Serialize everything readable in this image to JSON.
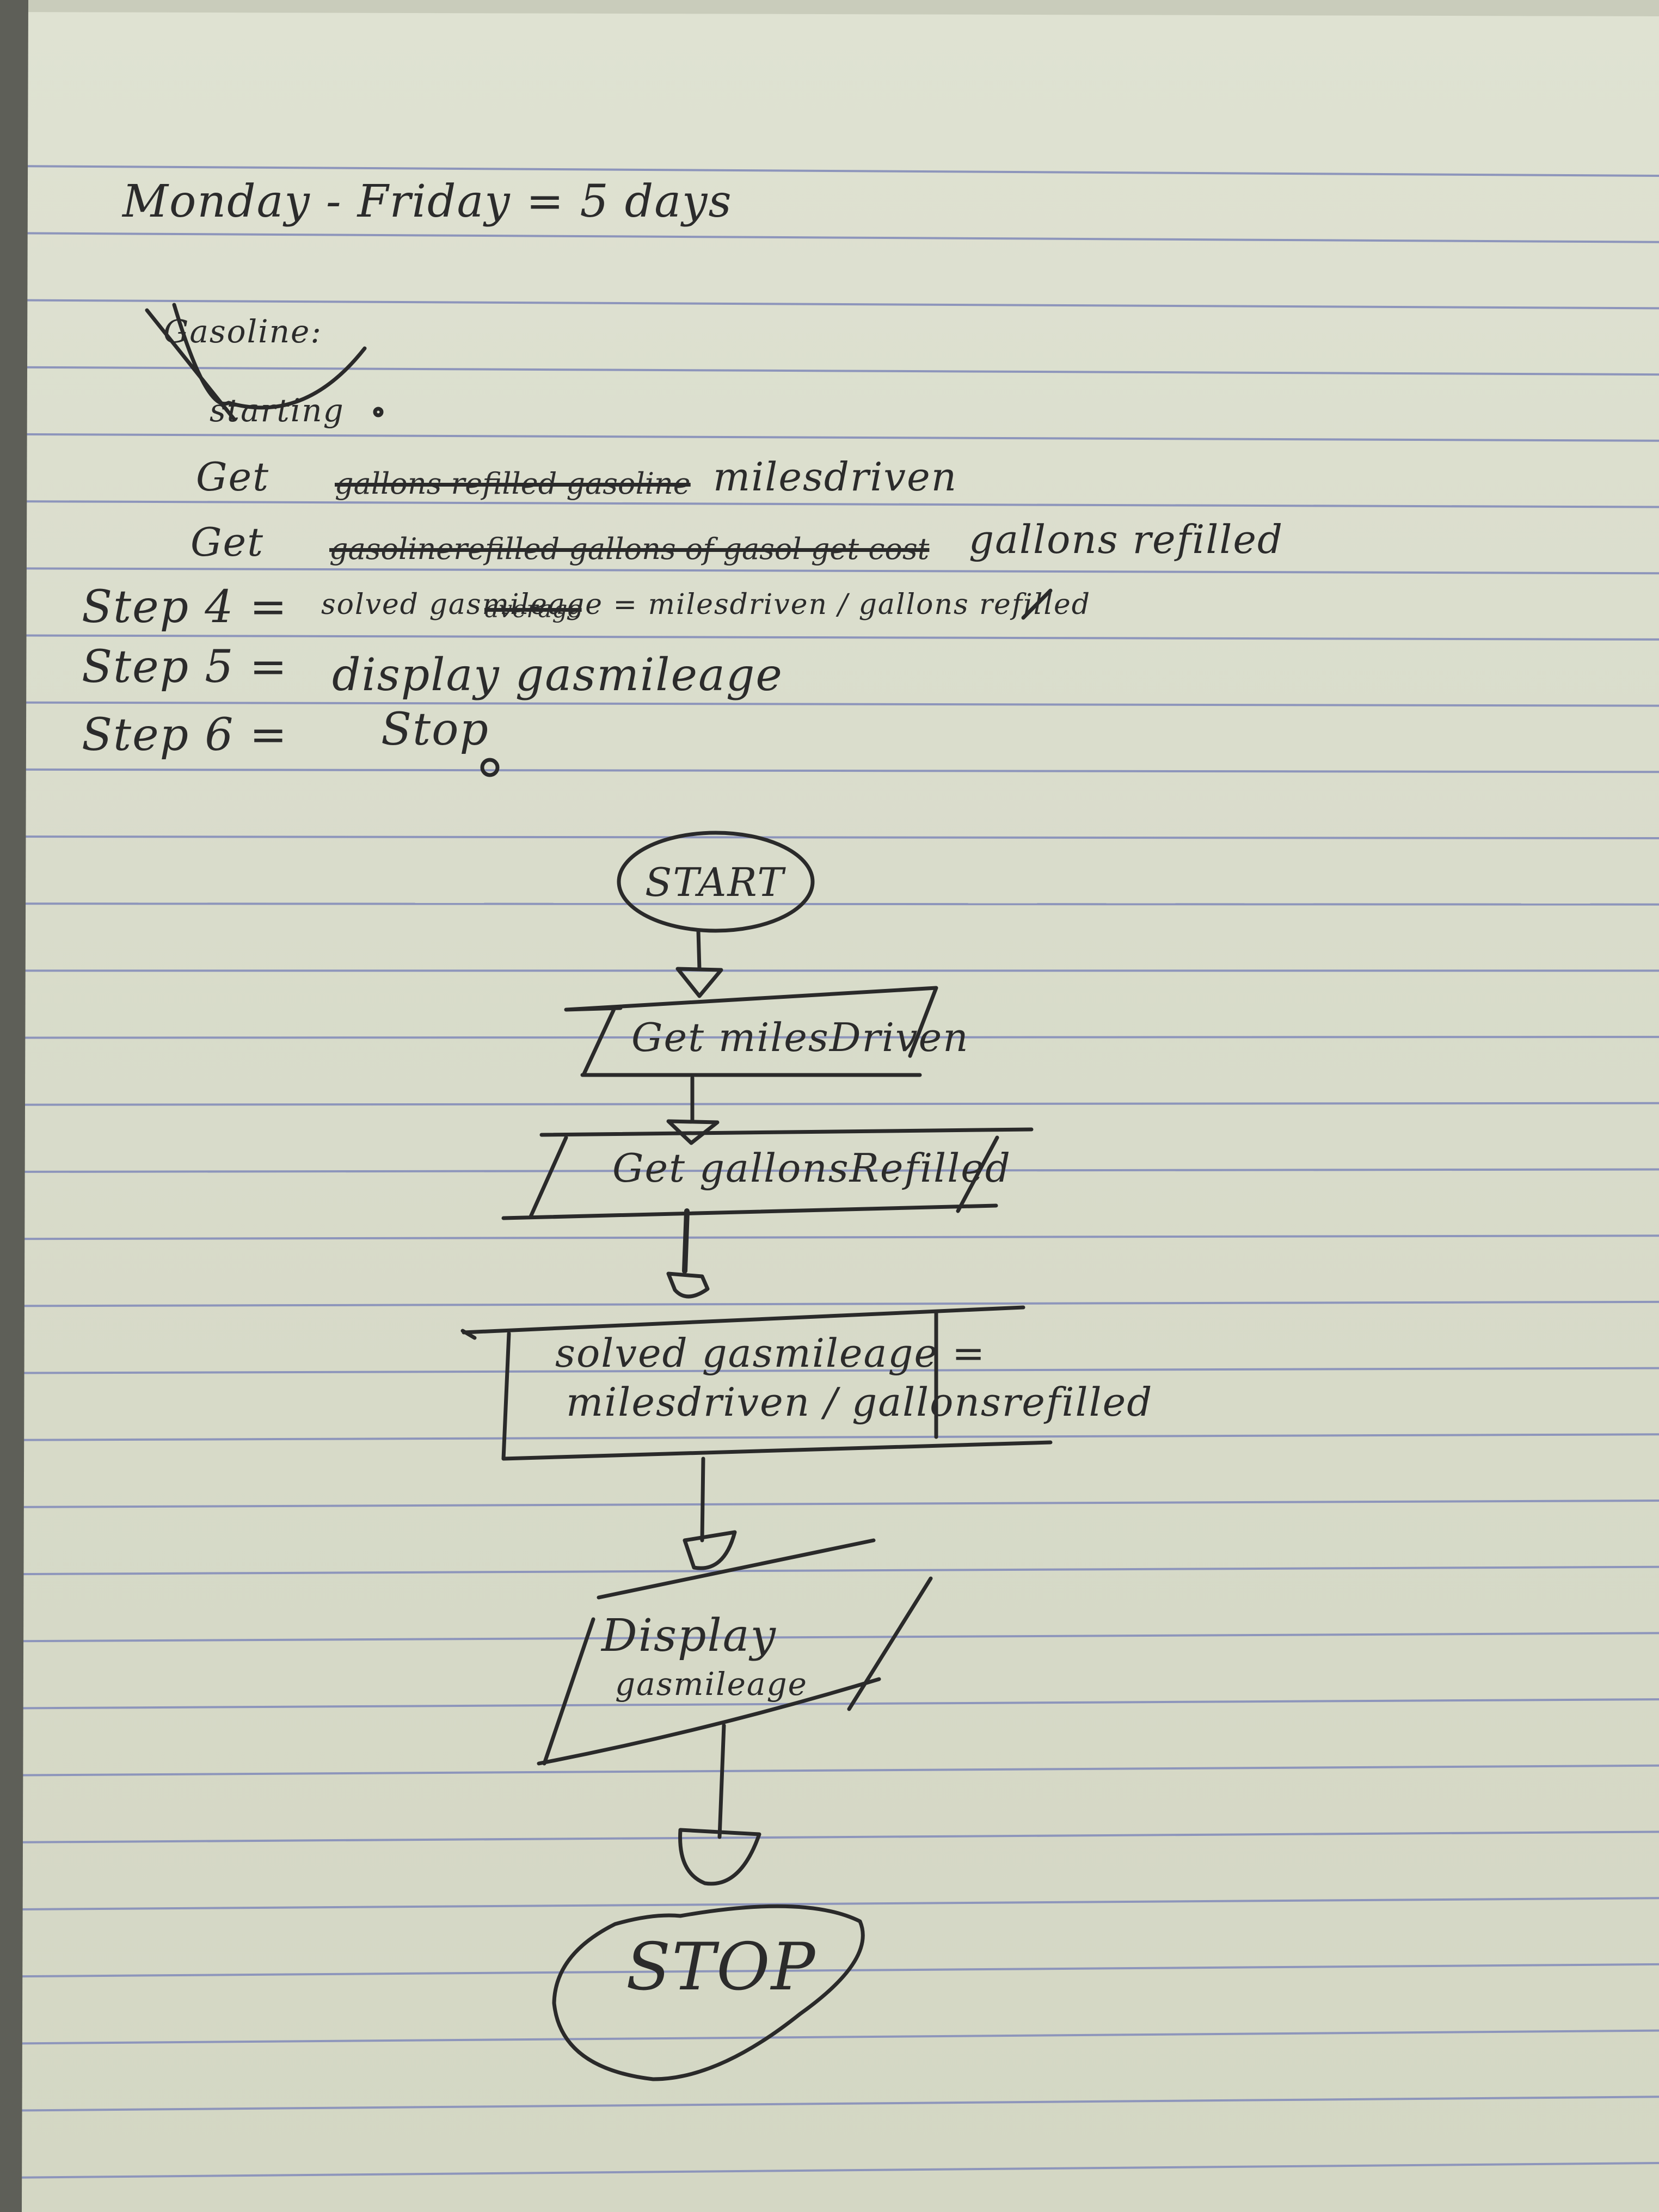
{
  "header_note": "Monday - Friday = 5 days",
  "notes": {
    "crossed_out_heading": "Gasoline:",
    "crossed_out_subheading": "starting",
    "lines": [
      {
        "label": "Get",
        "crossed_out": "gallons refilled gasoline",
        "text": "milesdriven"
      },
      {
        "label": "Get",
        "crossed_out": "gasolinerefilled gallons of gasol get cost",
        "text": "gallons refilled"
      },
      {
        "label": "Step 4 =",
        "text": "solved gasmileage = milesdriven / gallons refilled",
        "crossed_out": "average"
      },
      {
        "label": "Step 5 =",
        "text": "display gasmileage"
      },
      {
        "label": "Step 6 =",
        "text": "Stop"
      }
    ]
  },
  "flowchart": {
    "start": "START",
    "input_1": "Get milesDriven",
    "input_2": "Get gallonsRefilled",
    "process_line_1": "solved gasmileage =",
    "process_line_2": "milesdriven / gallonsrefilled",
    "output_line_1": "Display",
    "output_line_2": "gasmileage",
    "end": "STOP"
  }
}
